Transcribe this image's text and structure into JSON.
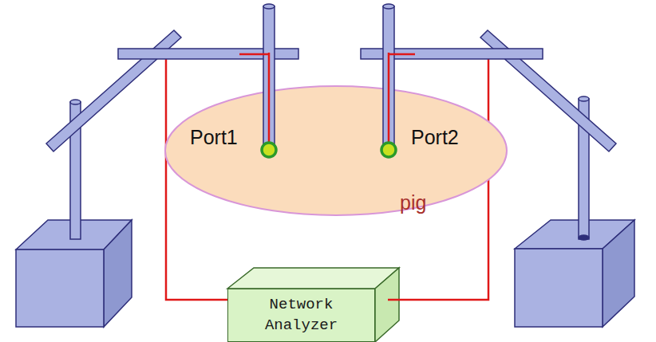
{
  "diagram": {
    "nodes": [
      {
        "text": [
          "pig"
        ]
      },
      {
        "text": [
          "Network Analyzer"
        ]
      }
    ],
    "labels": [
      "Port1",
      "Port2"
    ]
  }
}
